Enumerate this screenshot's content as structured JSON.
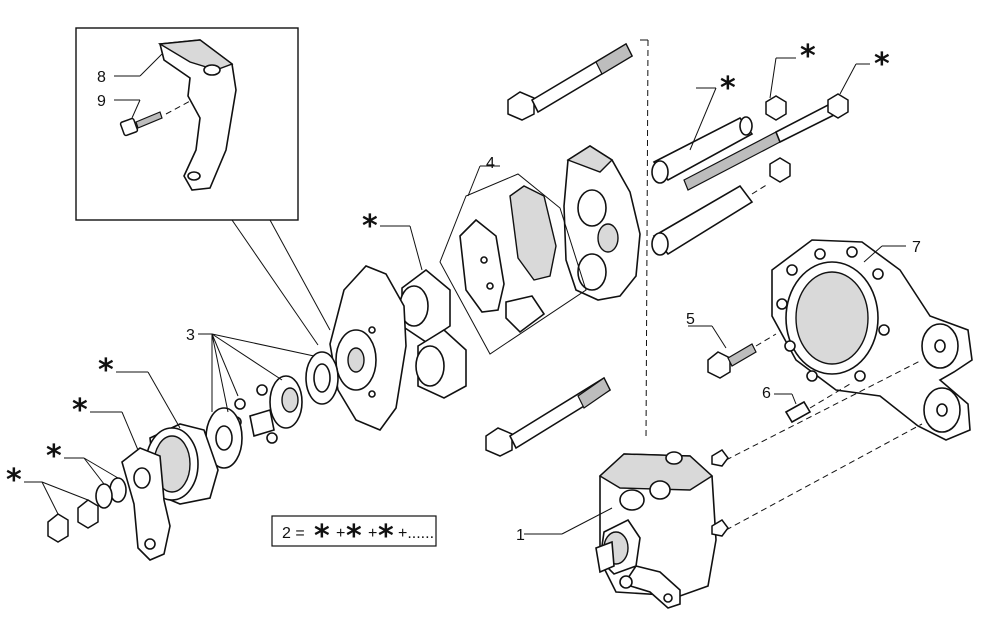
{
  "labels": {
    "l1": "1",
    "l3": "3",
    "l4": "4",
    "l5": "5",
    "l6": "6",
    "l7": "7",
    "l8": "8",
    "l9": "9",
    "star": "*"
  },
  "legend": {
    "prefix": "2 =",
    "star": "*",
    "plus": "+",
    "dots": "+......"
  }
}
